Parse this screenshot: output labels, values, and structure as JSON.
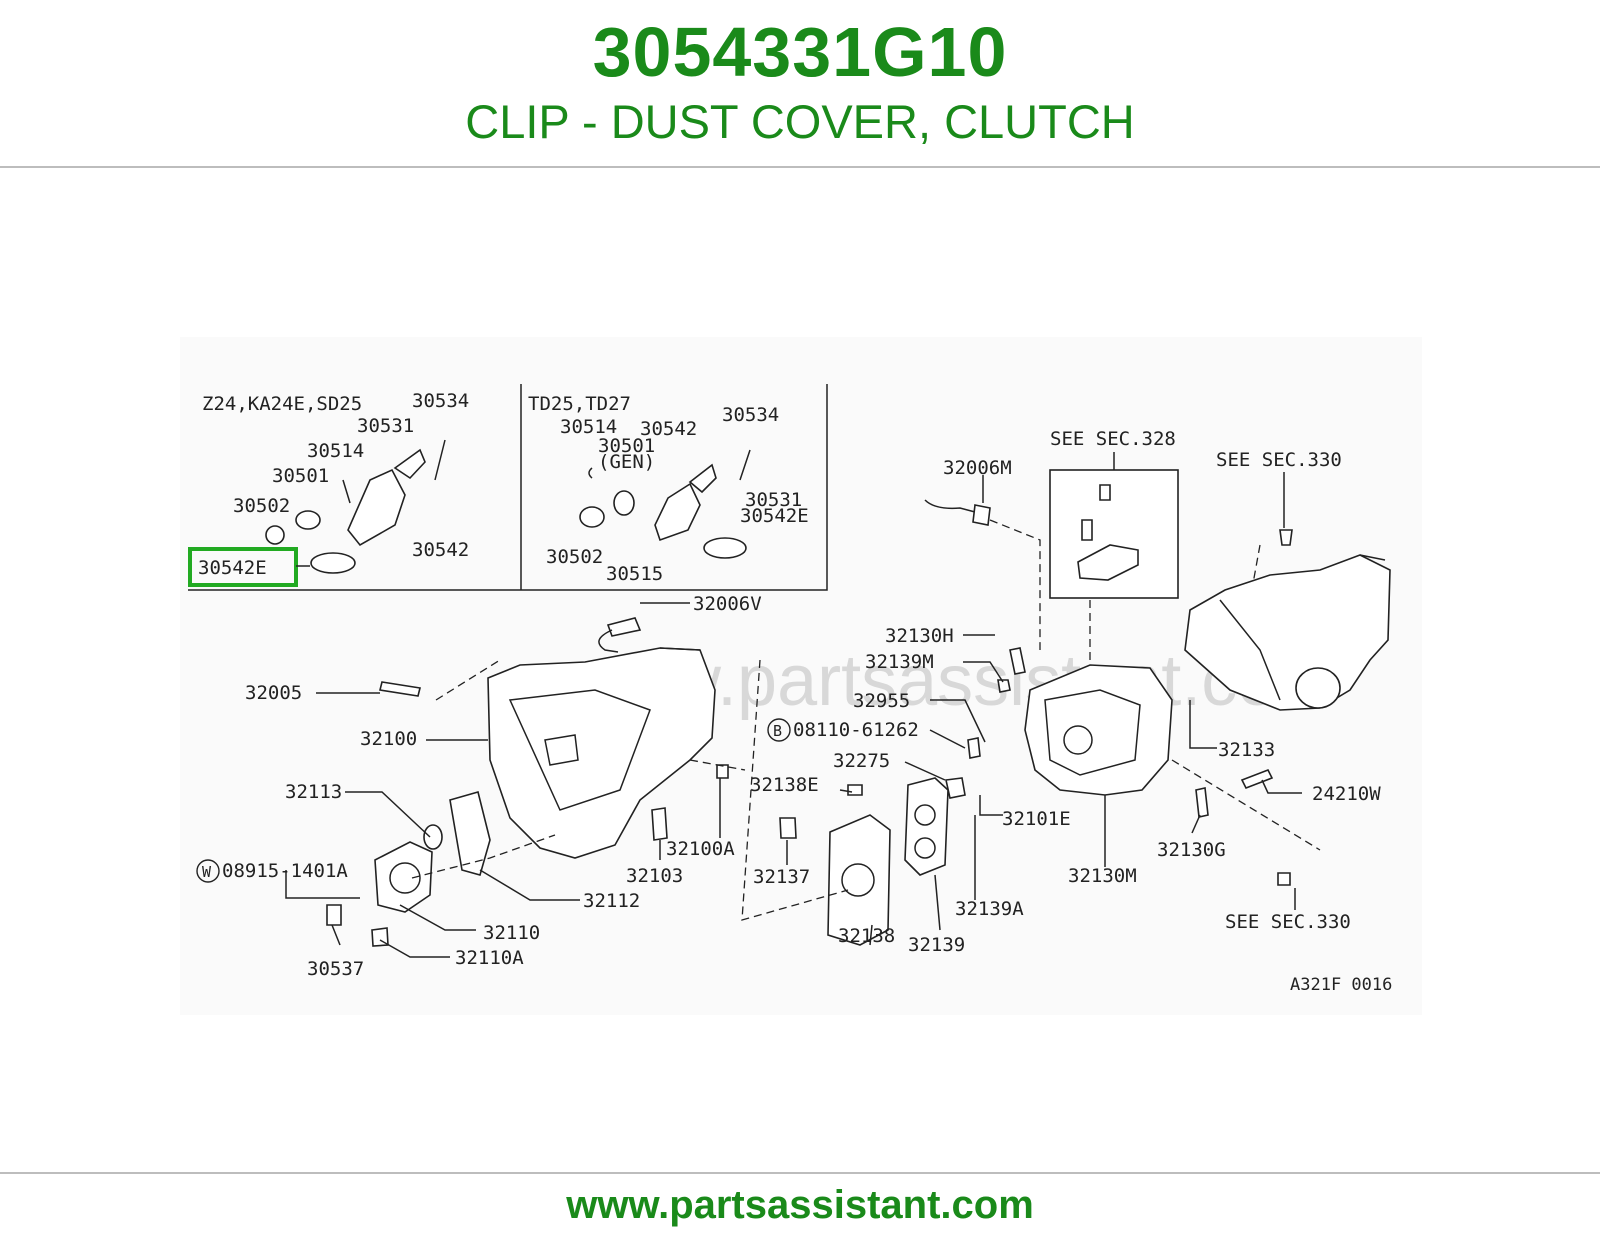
{
  "header": {
    "part_number": "3054331G10",
    "description": "CLIP - DUST COVER, CLUTCH"
  },
  "footer": {
    "url": "www.partsassistant.com"
  },
  "diagram": {
    "watermark": "www.partsassistant.com",
    "inset_left_title": "Z24,KA24E,SD25",
    "inset_right_title": "TD25,TD27",
    "highlighted_label": "30542E",
    "highlight_color": "#22aa22",
    "figure_code": "A321F 0016",
    "labels": {
      "l_30534": "30534",
      "l_30531": "30531",
      "l_30514": "30514",
      "l_30501": "30501",
      "l_30502": "30502",
      "l_30542": "30542",
      "r_30534": "30534",
      "r_30514": "30514",
      "r_30542": "30542",
      "r_30501": "30501",
      "r_gen": "(GEN)",
      "r_30531": "30531",
      "r_30542E": "30542E",
      "r_30502": "30502",
      "r_30515": "30515",
      "see_328": "SEE SEC.328",
      "see_330_top": "SEE SEC.330",
      "see_330_bottom": "SEE SEC.330",
      "p32006M": "32006M",
      "p32006V": "32006V",
      "p32005": "32005",
      "p32100": "32100",
      "p32113": "32113",
      "p08915": "08915-1401A",
      "w_badge": "W",
      "p30537": "30537",
      "p32110": "32110",
      "p32110A": "32110A",
      "p32112": "32112",
      "p32103": "32103",
      "p32100A": "32100A",
      "p32130H": "32130H",
      "p32139M": "32139M",
      "p32955": "32955",
      "b_badge": "B",
      "p08110": "08110-61262",
      "p32275": "32275",
      "p32138E": "32138E",
      "p32137": "32137",
      "p32138": "32138",
      "p32139": "32139",
      "p32139A": "32139A",
      "p32101E": "32101E",
      "p32130M": "32130M",
      "p32130G": "32130G",
      "p32133": "32133",
      "p24210W": "24210W"
    }
  }
}
